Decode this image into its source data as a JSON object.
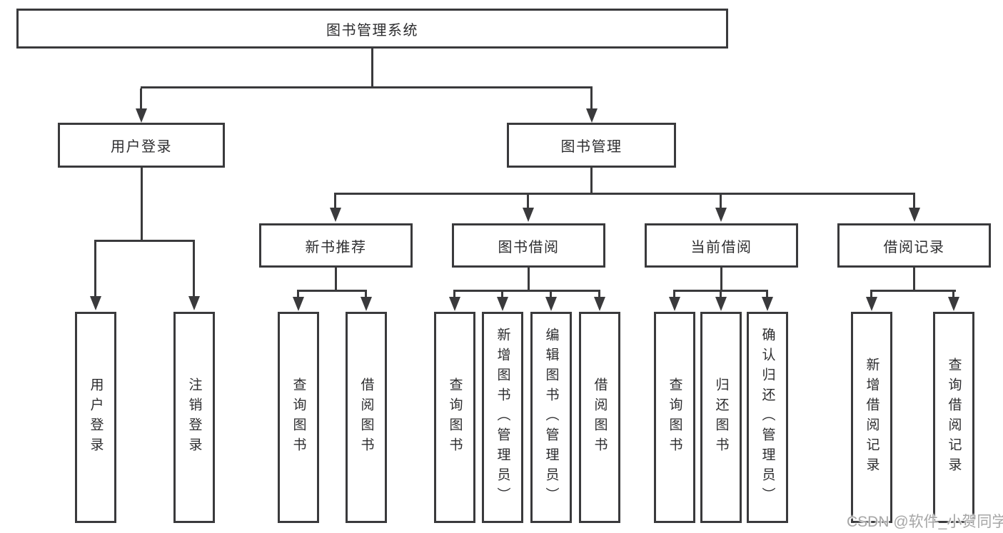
{
  "diagram_title": "图书管理系统",
  "nodes": {
    "root": {
      "label": "图书管理系统"
    },
    "userLogin": {
      "label": "用户登录"
    },
    "bookManagement": {
      "label": "图书管理"
    },
    "newBookRecommend": {
      "label": "新书推荐"
    },
    "bookBorrowing": {
      "label": "图书借阅"
    },
    "currentBorrowing": {
      "label": "当前借阅"
    },
    "borrowingRecords": {
      "label": "借阅记录"
    },
    "leafUserLogin": {
      "label": "用户登录"
    },
    "leafLogout": {
      "label": "注销登录"
    },
    "leafQueryBooks1": {
      "label": "查询图书"
    },
    "leafBorrowBooks1": {
      "label": "借阅图书"
    },
    "leafQueryBooks2": {
      "label": "查询图书"
    },
    "leafAddBookAdmin": {
      "label": "新增图书（管理员）"
    },
    "leafEditBookAdmin": {
      "label": "编辑图书（管理员）"
    },
    "leafBorrowBooks2": {
      "label": "借阅图书"
    },
    "leafQueryBooks3": {
      "label": "查询图书"
    },
    "leafReturnBook": {
      "label": "归还图书"
    },
    "leafConfirmReturnAdmin": {
      "label": "确认归还（管理员）"
    },
    "leafAddBorrowRecord": {
      "label": "新增借阅记录"
    },
    "leafQueryBorrowRecord": {
      "label": "查询借阅记录"
    }
  },
  "hierarchy": {
    "root": "图书管理系统",
    "children": [
      {
        "label": "用户登录",
        "children": [
          "用户登录",
          "注销登录"
        ]
      },
      {
        "label": "图书管理",
        "children": [
          {
            "label": "新书推荐",
            "children": [
              "查询图书",
              "借阅图书"
            ]
          },
          {
            "label": "图书借阅",
            "children": [
              "查询图书",
              "新增图书（管理员）",
              "编辑图书（管理员）",
              "借阅图书"
            ]
          },
          {
            "label": "当前借阅",
            "children": [
              "查询图书",
              "归还图书",
              "确认归还（管理员）"
            ]
          },
          {
            "label": "借阅记录",
            "children": [
              "新增借阅记录",
              "查询借阅记录"
            ]
          }
        ]
      }
    ]
  },
  "watermark": {
    "text": "CSDN @软件_小贺同学"
  },
  "colors": {
    "line": "#3a3a3c",
    "text": "#2d2d2f",
    "watermark": "#a6a6a6",
    "background": "#ffffff"
  }
}
